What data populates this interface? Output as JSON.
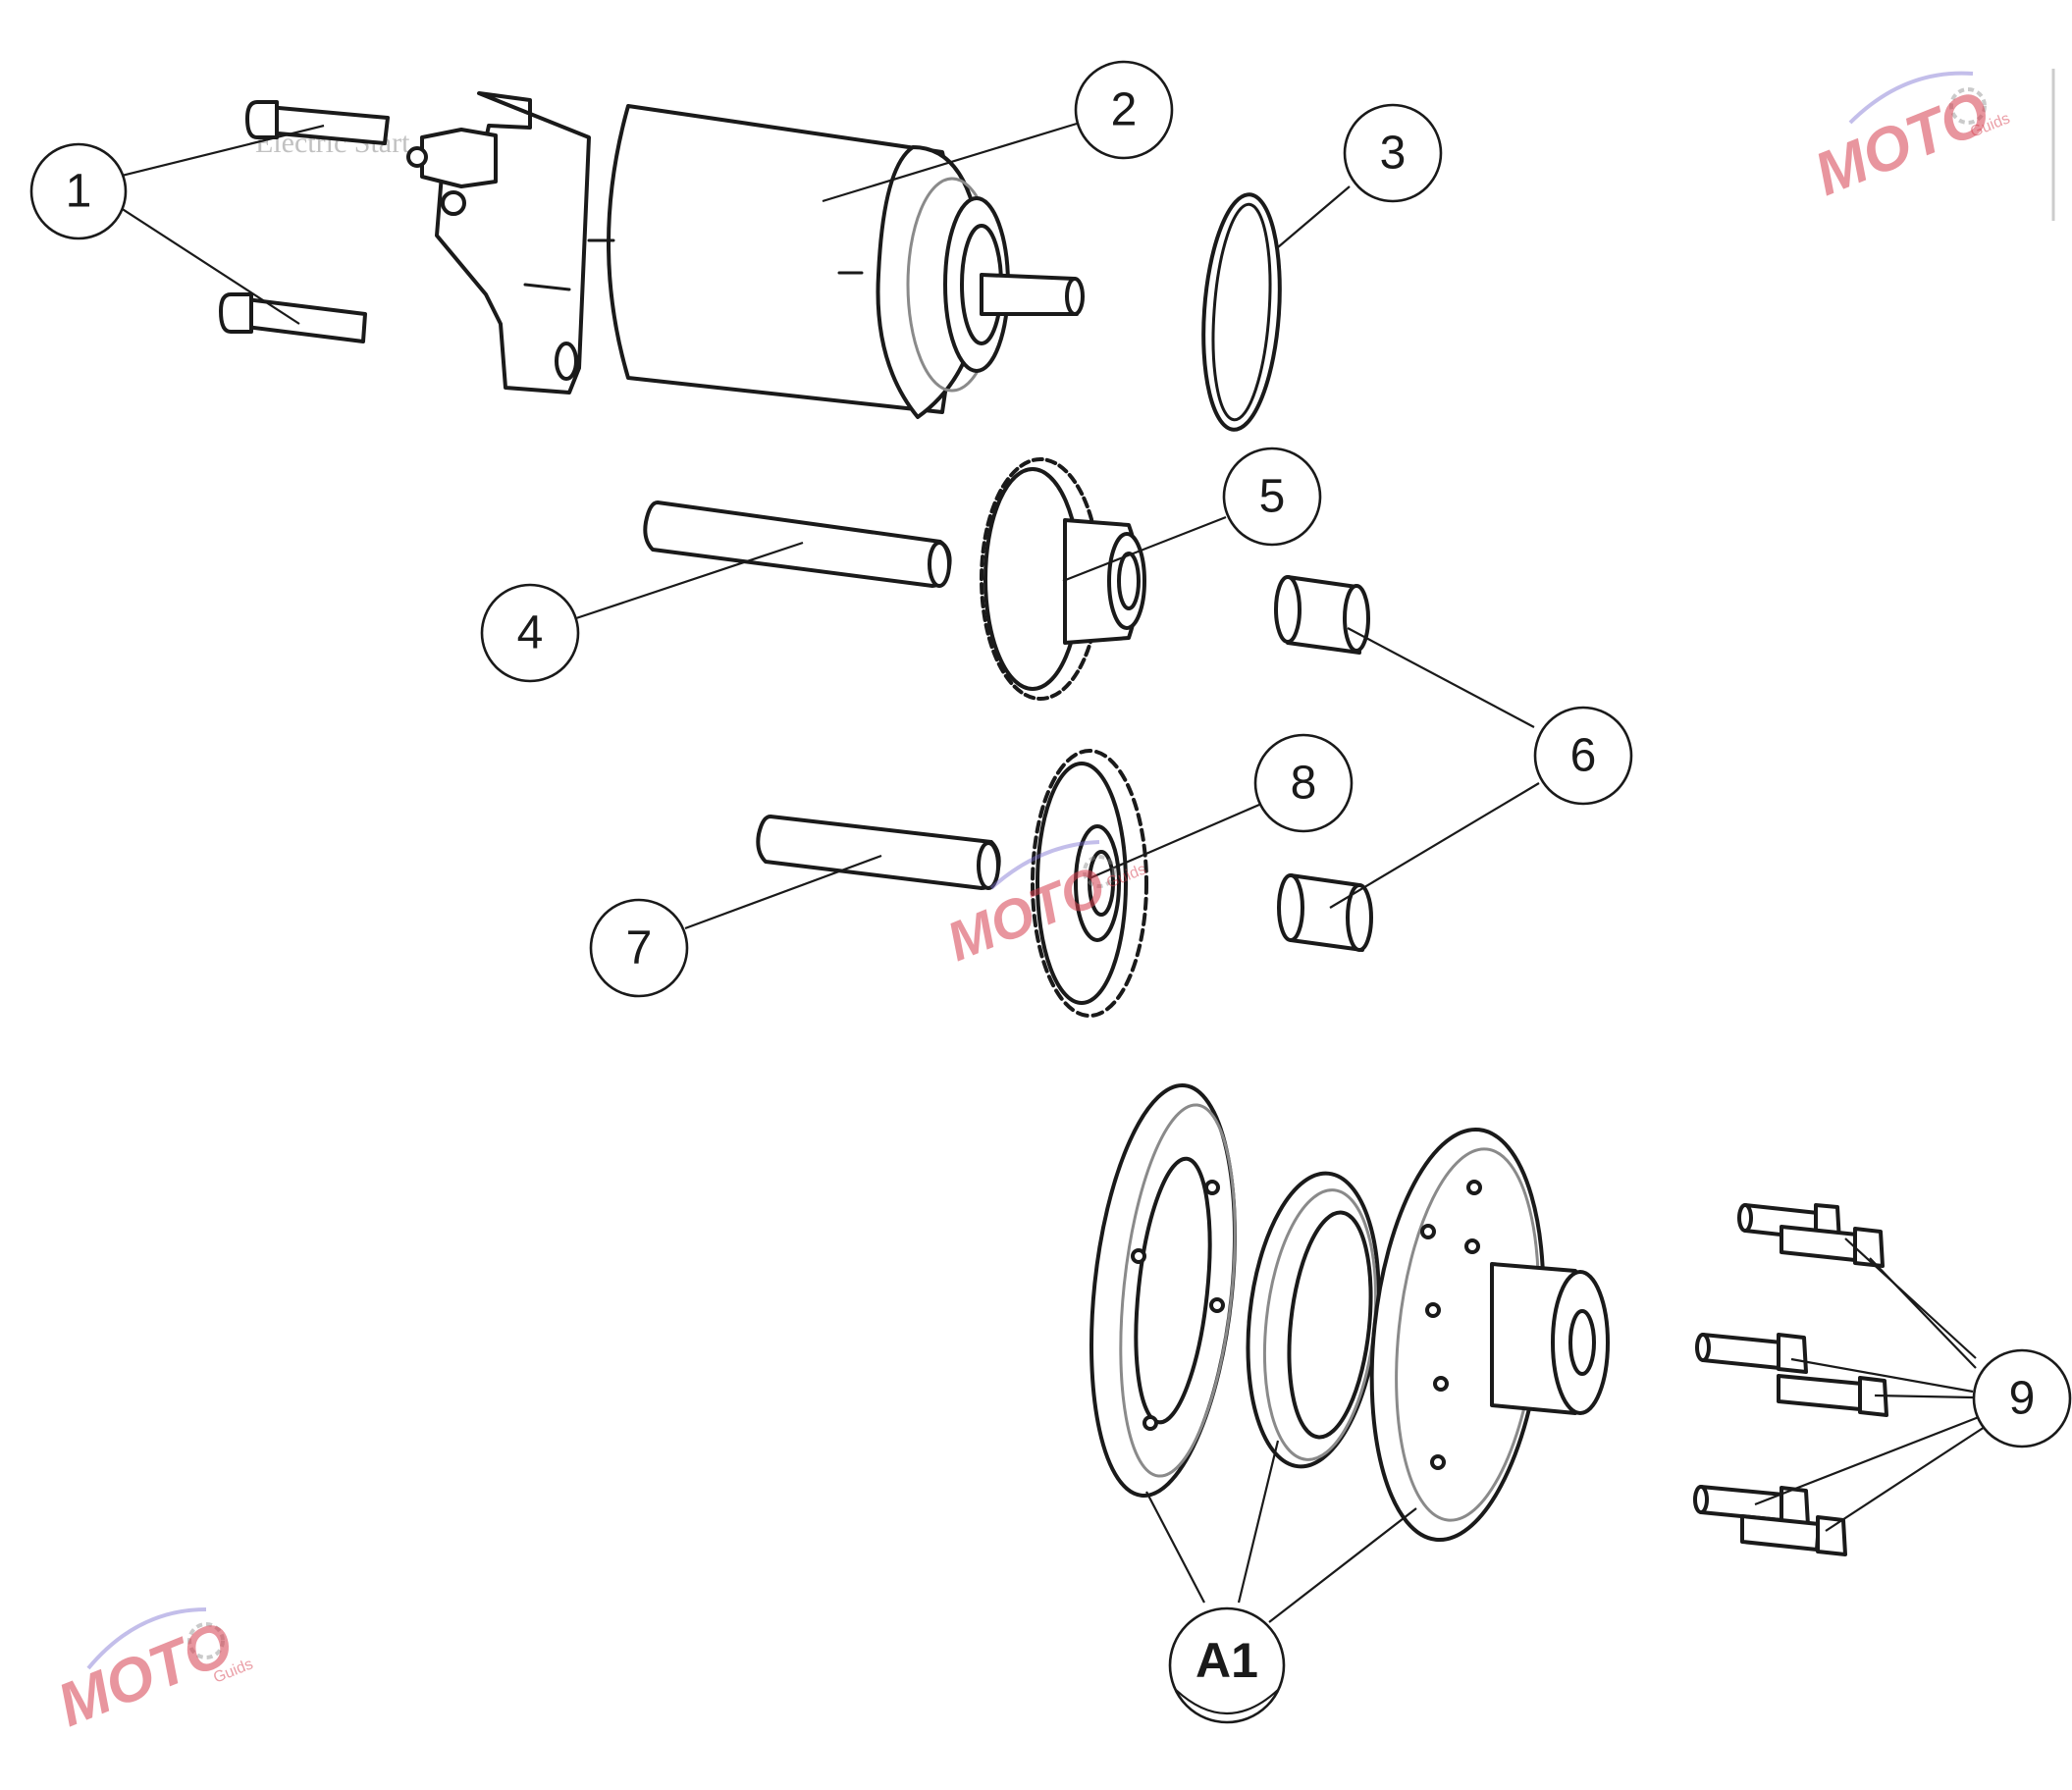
{
  "callouts": [
    {
      "id": "1",
      "label": "1"
    },
    {
      "id": "2",
      "label": "2"
    },
    {
      "id": "3",
      "label": "3"
    },
    {
      "id": "4",
      "label": "4"
    },
    {
      "id": "5",
      "label": "5"
    },
    {
      "id": "6",
      "label": "6"
    },
    {
      "id": "7",
      "label": "7"
    },
    {
      "id": "8",
      "label": "8"
    },
    {
      "id": "9",
      "label": "9"
    },
    {
      "id": "A1",
      "label": "A1"
    }
  ],
  "faint_header_text": "Electric Start",
  "watermark": {
    "logo_text": "MOTO",
    "tagline": "Guids",
    "colors": {
      "red": "#d64050",
      "purple": "#7a6fd0",
      "grey": "#8a8a8a"
    }
  },
  "colors": {
    "line": "#1a1a1a",
    "background": "#ffffff"
  }
}
